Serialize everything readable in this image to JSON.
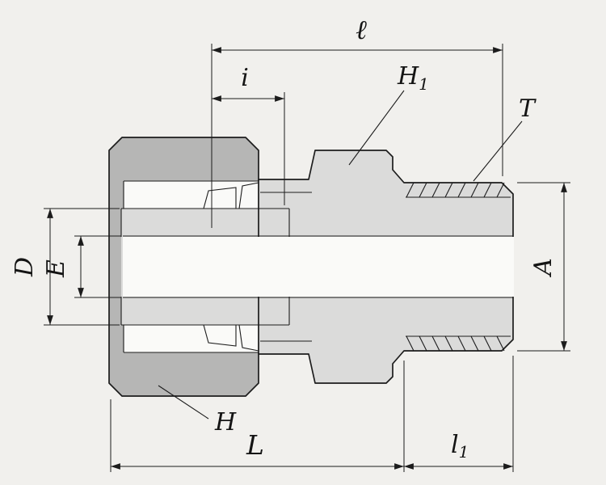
{
  "drawing_title": "male-connector compression fitting cross-section",
  "colors": {
    "background": "#f1f0ed",
    "cavity": "#fafaf8",
    "nut": "#b6b6b5",
    "body": "#dbdbda",
    "ferrule": "#d0d0cf",
    "line": "#1c1c1c"
  },
  "labels": {
    "ell": "ℓ",
    "i": "i",
    "h1": {
      "main": "H",
      "sub": "1"
    },
    "t": "T",
    "d": "D",
    "e": "E",
    "a": "A",
    "h": "H",
    "l": "L",
    "l1": {
      "main": "l",
      "sub": "1"
    }
  }
}
